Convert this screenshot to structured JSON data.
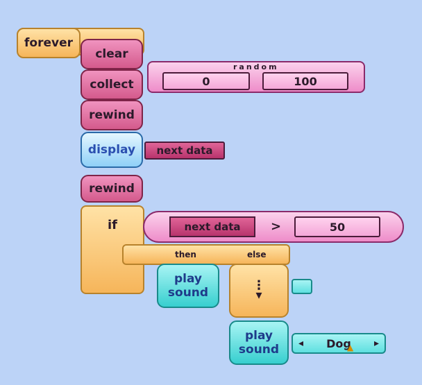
{
  "blocks": {
    "forever": "forever",
    "clear": "clear",
    "collect": "collect",
    "rewind1": "rewind",
    "display": "display",
    "rewind2": "rewind",
    "if": "if",
    "then": "then",
    "else": "else",
    "play_sound_1": "play\nsound",
    "play_sound_2": "play\nsound"
  },
  "random": {
    "label": "random",
    "min": "0",
    "max": "100"
  },
  "display_arg": "next data",
  "condition": {
    "left": "next data",
    "operator": ">",
    "right": "50"
  },
  "sound": {
    "name": "Dog"
  }
}
